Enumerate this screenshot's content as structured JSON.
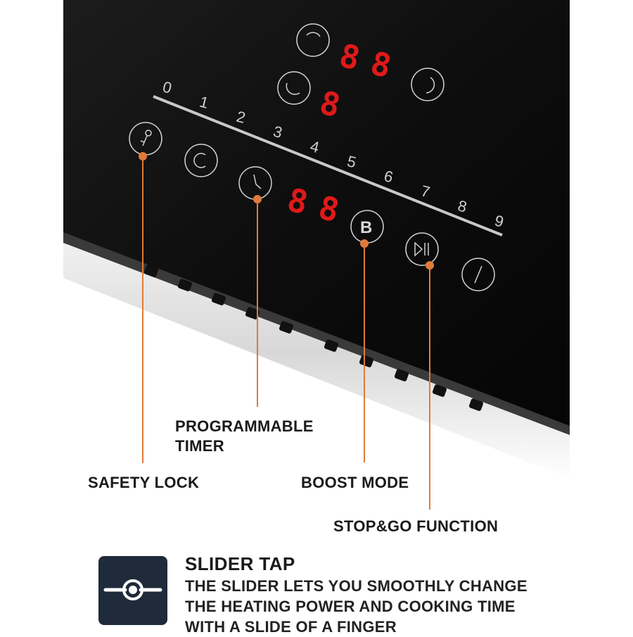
{
  "displays": {
    "top_left": "88",
    "top_small": "8",
    "timer": "88"
  },
  "power_scale": [
    "0",
    "1",
    "2",
    "3",
    "4",
    "5",
    "6",
    "7",
    "8",
    "9"
  ],
  "buttons": {
    "boost": "B"
  },
  "callouts": {
    "safety_lock": "SAFETY LOCK",
    "programmable_timer_line1": "PROGRAMMABLE",
    "programmable_timer_line2": "TIMER",
    "boost_mode": "BOOST MODE",
    "stop_go": "STOP&GO FUNCTION"
  },
  "feature": {
    "title": "SLIDER TAP",
    "lines": [
      "THE SLIDER LETS YOU SMOOTHLY CHANGE",
      "THE HEATING POWER AND COOKING TIME",
      "WITH A SLIDE OF A FINGER"
    ],
    "icon": "slider-icon"
  },
  "colors": {
    "accent": "#e07a3a",
    "display_red": "#e01919",
    "glass": "#0d0d0d",
    "icon_bg": "#1f2a3a"
  }
}
